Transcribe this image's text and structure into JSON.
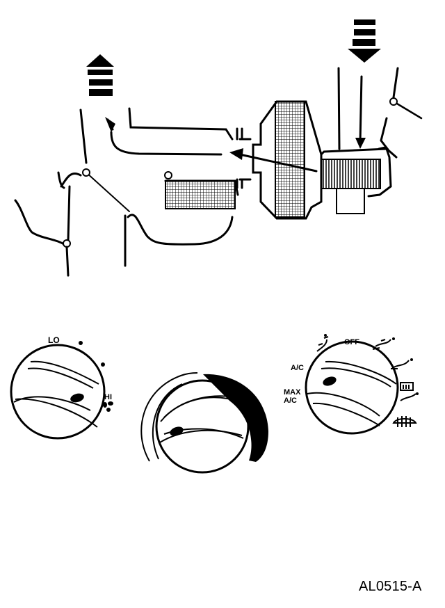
{
  "fan_control": {
    "label_lo": "LO",
    "label_hi": "HI"
  },
  "mode_control": {
    "label_ac": "A/C",
    "label_off": "OFF",
    "label_max_line1": "MAX",
    "label_max_line2": "A/C"
  },
  "icons": [
    "fan-speed-icon",
    "panel-vent-icon",
    "panel-floor-icon",
    "floor-icon",
    "floor-defrost-icon",
    "defrost-icon",
    "rear-defrost-icon"
  ],
  "figure_id": "AL0515-A"
}
